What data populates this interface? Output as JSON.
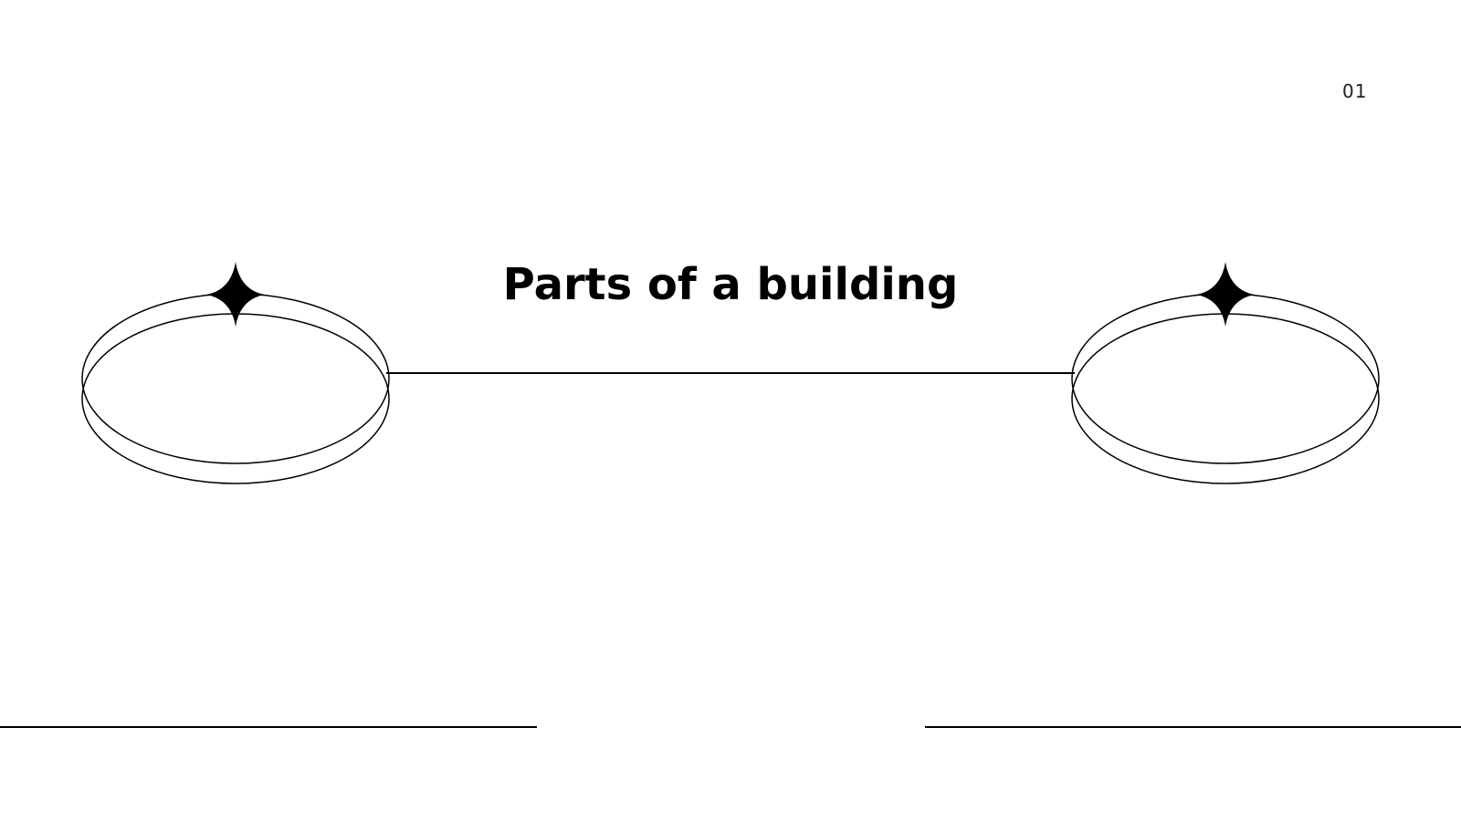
{
  "slide": {
    "title": "Parts of a building",
    "page_number": "01"
  },
  "colors": {
    "background": "#ffffff",
    "ink": "#000000"
  },
  "icons": [
    "ring-left",
    "sparkle-left",
    "ring-right",
    "sparkle-right"
  ]
}
